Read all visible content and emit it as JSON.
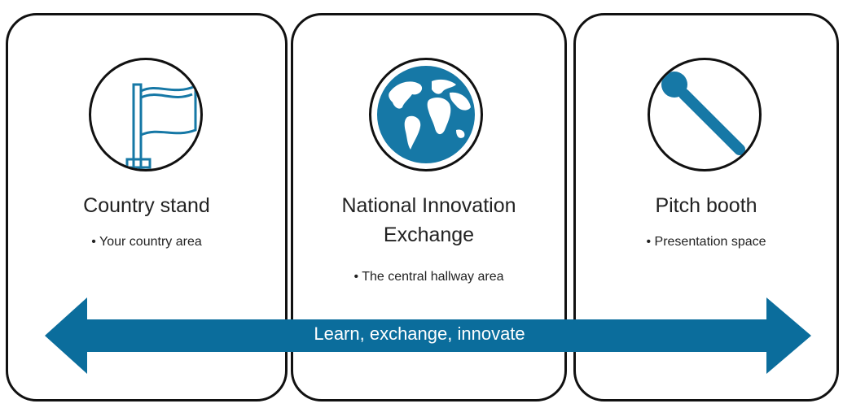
{
  "colors": {
    "accent": "#1678a6",
    "arrow": "#0b6d9c",
    "border": "#111111",
    "text": "#222222"
  },
  "cards": [
    {
      "title": "Country stand",
      "bullet": "• Your country area",
      "icon": "flag-icon"
    },
    {
      "title": "National Innovation Exchange",
      "title_line1": "National Innovation",
      "title_line2": "Exchange",
      "bullet": "• The central hallway area",
      "icon": "globe-icon"
    },
    {
      "title": "Pitch booth",
      "bullet": "• Presentation space",
      "icon": "microphone-icon"
    }
  ],
  "arrow": {
    "label": "Learn, exchange, innovate",
    "direction": "both"
  }
}
